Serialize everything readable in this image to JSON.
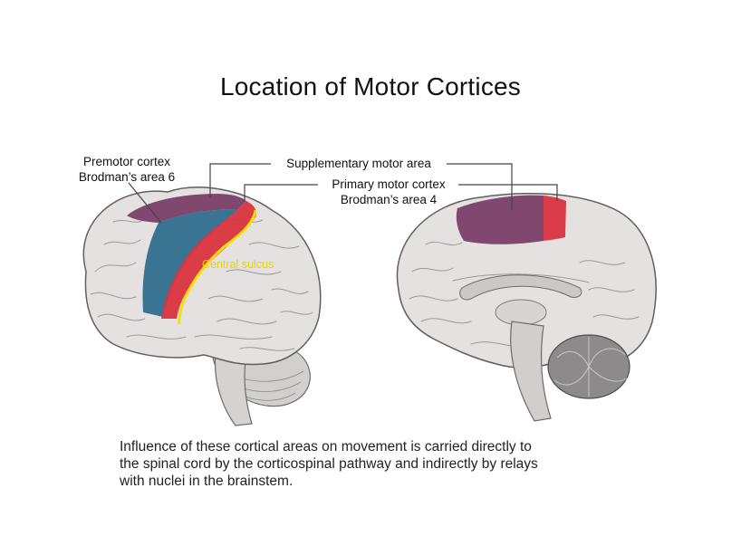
{
  "title": "Location of Motor Cortices",
  "labels": {
    "premotor_line1": "Premotor cortex",
    "premotor_line2": "Brodman’s area 6",
    "supplementary": "Supplementary motor area",
    "primary_line1": "Primary motor cortex",
    "primary_line2": "Brodman’s area 4",
    "central_sulcus": "Central sulcus"
  },
  "caption": {
    "line1": "Influence of these cortical areas on movement is carried directly to",
    "line2": "the spinal cord by the corticospinal pathway and indirectly by relays",
    "line3": "with nuclei in the brainstem."
  },
  "colors": {
    "premotor": "#2f6e8e",
    "supplementary": "#7a3e68",
    "primary": "#d9343f",
    "central_sulcus": "#f2e300",
    "brain": "#e6e1e1",
    "outline": "#6b6b6b"
  }
}
